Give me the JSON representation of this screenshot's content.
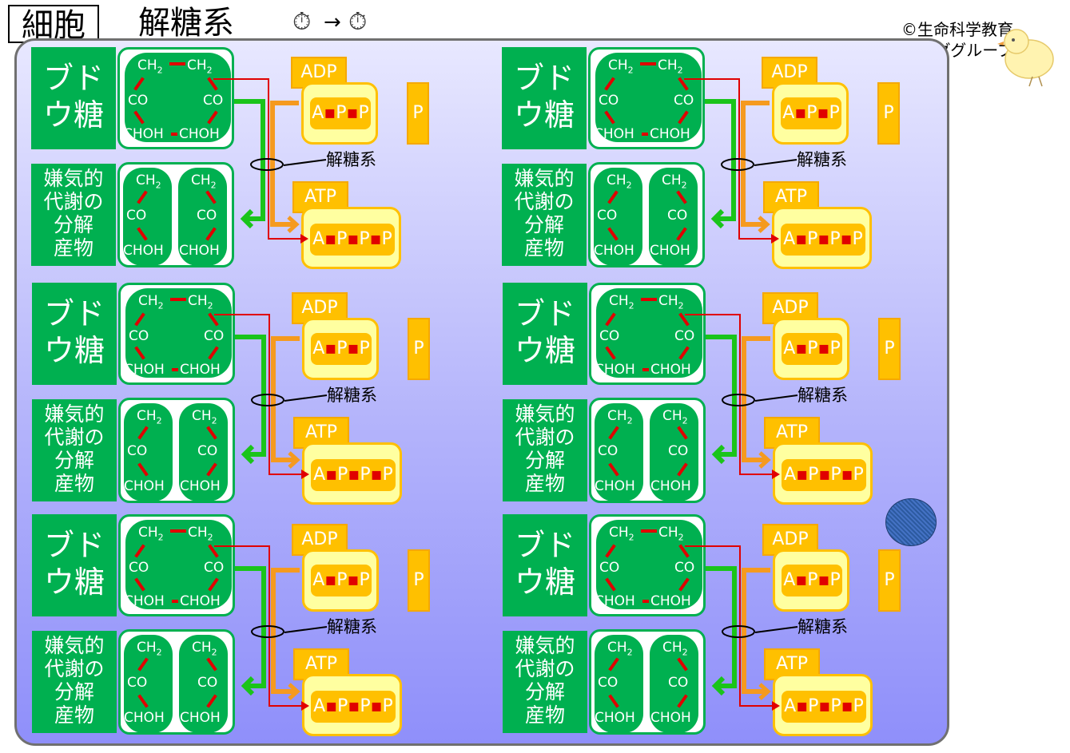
{
  "header": {
    "cell_label": "細胞",
    "title": "解糖系",
    "timer_start_icon": "stopwatch-icon",
    "arrow": "→",
    "timer_end_icon": "stopwatch-icon"
  },
  "copyright": {
    "line1": "©生命科学教育",
    "line2": "シェアリンググループ"
  },
  "unit": {
    "glucose": "ブドウ糖",
    "glucose_line1": "ブド",
    "glucose_line2": "ウ糖",
    "product_lines": [
      "嫌気的",
      "代謝の",
      "分解",
      "産物"
    ],
    "ch2": "CH",
    "sub2": "2",
    "co": "CO",
    "choh": "CHOH",
    "adp": "ADP",
    "adp_formula": "A-P-P",
    "p": "P",
    "glycolysis": "解糖系",
    "atp": "ATP",
    "atp_formula": "A-P-P-P",
    "a": "A",
    "p_letter": "P"
  },
  "colors": {
    "green": "#00b050",
    "orange": "#ffc000",
    "red": "#e00000",
    "cell_gradient_top": "#e8e8ff",
    "cell_gradient_bottom": "#8f8ffa"
  }
}
